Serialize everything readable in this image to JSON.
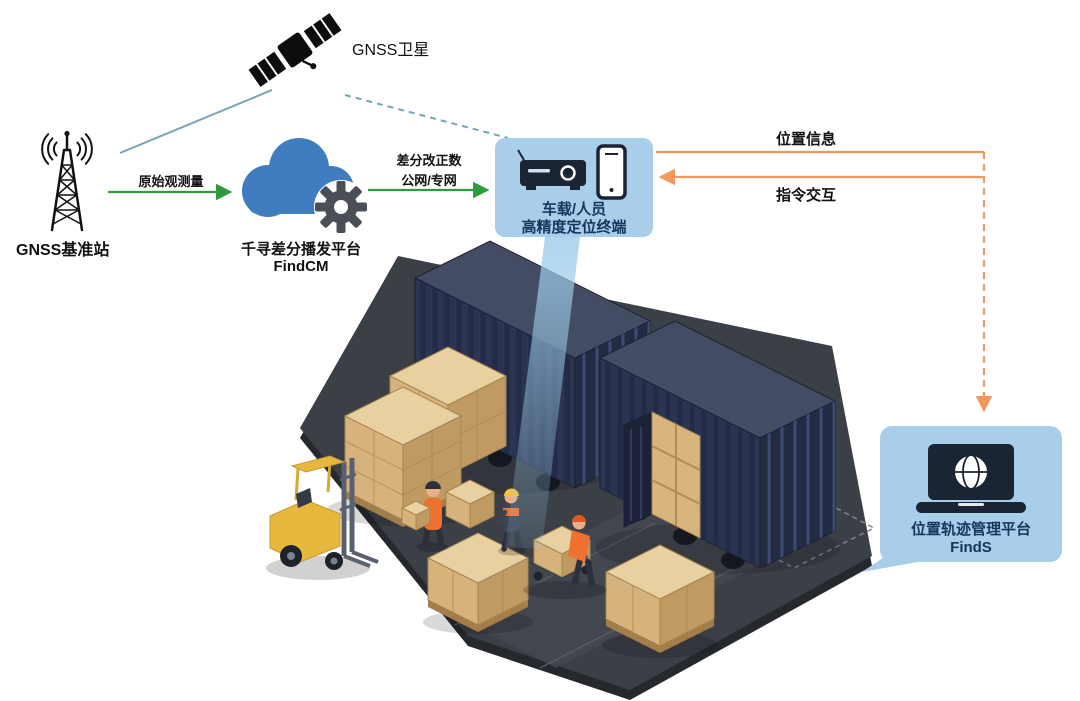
{
  "nodes": {
    "satellite": {
      "label": "GNSS卫星"
    },
    "base_station": {
      "label": "GNSS基准站"
    },
    "cloud_platform": {
      "name": "千寻差分播发平台",
      "product": "FindCM"
    },
    "terminal": {
      "line1": "车载/人员",
      "line2": "高精度定位终端"
    },
    "management_platform": {
      "name": "位置轨迹管理平台",
      "product": "FindS"
    }
  },
  "links": {
    "raw_observation": {
      "label": "原始观测量"
    },
    "corrections": {
      "line1": "差分改正数",
      "line2": "公网/专网"
    },
    "position_info": {
      "label": "位置信息"
    },
    "command_exchange": {
      "label": "指令交互"
    }
  },
  "icons": [
    "gnss-satellite-icon",
    "radio-tower-icon",
    "signal-waves-icon",
    "cloud-icon",
    "gear-icon",
    "vehicle-terminal-icon",
    "smartphone-icon",
    "laptop-icon",
    "globe-icon"
  ],
  "colors": {
    "link_green": "#2f9b3f",
    "link_teal": "#74a6b2",
    "link_orange": "#f0995c",
    "bubble_fill": "#a8cee9",
    "label_navy": "#16365c",
    "cloud_blue": "#3f7dbf",
    "gear_gray": "#4a4f57",
    "container_navy": "#2b3450",
    "ground_gray": "#3b3f46",
    "box_tan": "#d6b27c",
    "forklift_yellow": "#e8b83e",
    "beam_blue": "#9ccbe9"
  }
}
